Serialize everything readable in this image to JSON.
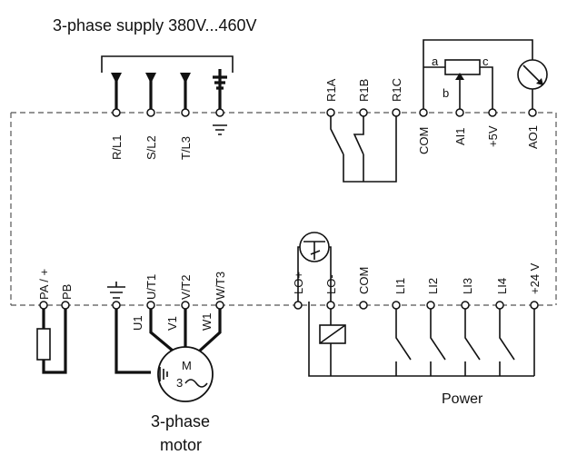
{
  "title": "3-phase supply 380V...460V",
  "supply_terminals": [
    "R/L1",
    "S/L2",
    "T/L3"
  ],
  "relay_terminals": [
    "R1A",
    "R1B",
    "R1C"
  ],
  "analog_terminals": [
    "COM",
    "AI1",
    "+5V",
    "AO1"
  ],
  "potentiometer_pins": [
    "a",
    "b",
    "c"
  ],
  "power_terminals": [
    "PA / +",
    "PB",
    "U/T1",
    "V/T2",
    "W/T3"
  ],
  "logic_terminals": [
    "LO+",
    "LO-",
    "COM",
    "LI1",
    "LI2",
    "LI3",
    "LI4",
    "+24 V"
  ],
  "motor_leads": [
    "U1",
    "V1",
    "W1"
  ],
  "motor_symbol": [
    "M",
    "3"
  ],
  "motor_caption": [
    "3-phase",
    "motor"
  ],
  "power_label": "Power"
}
